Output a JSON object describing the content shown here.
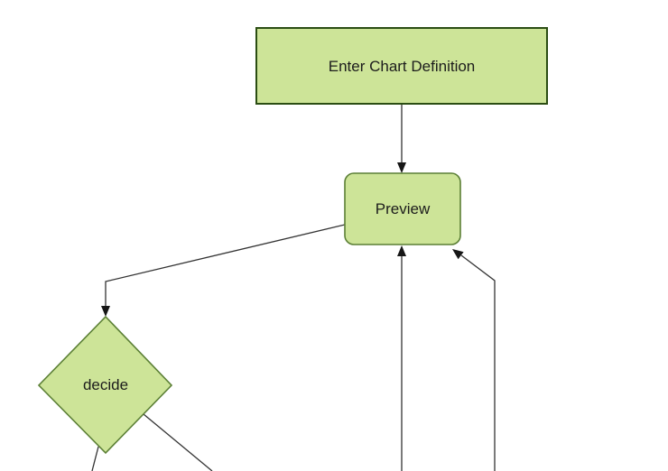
{
  "diagram": {
    "type": "flowchart",
    "orientation": "top-down",
    "nodes": [
      {
        "id": "A",
        "shape": "rectangle",
        "label": "Enter Chart Definition"
      },
      {
        "id": "B",
        "shape": "rounded-rectangle",
        "label": "Preview"
      },
      {
        "id": "C",
        "shape": "diamond",
        "label": "decide"
      }
    ],
    "edges": [
      {
        "from": "Enter Chart Definition",
        "to": "Preview",
        "arrowhead": true
      },
      {
        "from": "Preview",
        "to": "decide",
        "arrowhead": true
      },
      {
        "from": "decide",
        "to": "offscreen-bottom-left",
        "arrowhead": false
      },
      {
        "from": "decide",
        "to": "offscreen-bottom",
        "arrowhead": false
      },
      {
        "from": "offscreen-bottom",
        "to": "Preview",
        "arrowhead": true
      },
      {
        "from": "offscreen-bottom-right",
        "to": "Preview",
        "arrowhead": true
      }
    ]
  },
  "colors": {
    "background": "#ffffff",
    "node_fill": "#cde498",
    "rect_border": "#2b4d13",
    "node_border": "#5b7f35",
    "edge_color": "#333333",
    "arrow_color": "#161616",
    "text_color": "#1c1c1c"
  }
}
